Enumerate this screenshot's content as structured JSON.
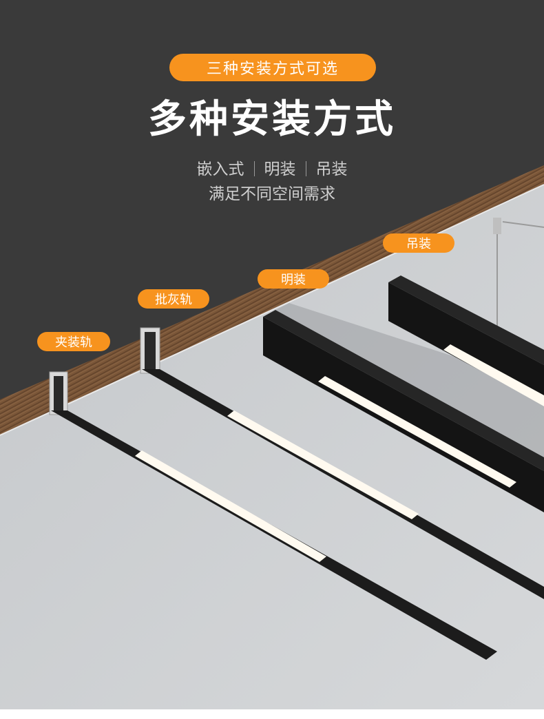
{
  "badge": "三种安装方式可选",
  "headline": "多种安装方式",
  "types": [
    "嵌入式",
    "明装",
    "吊装"
  ],
  "subtitle": "满足不同空间需求",
  "labels": {
    "clip_track": "夹装轨",
    "plaster_track": "批灰轨",
    "surface": "明装",
    "pendant": "吊装"
  },
  "colors": {
    "accent": "#f7931e",
    "background_dark": "#3a3a3a",
    "ceiling": "#cfd2d5",
    "wood": "#7a5638",
    "fixture": "#1c1c1c",
    "light_strip": "#fffaf0"
  }
}
